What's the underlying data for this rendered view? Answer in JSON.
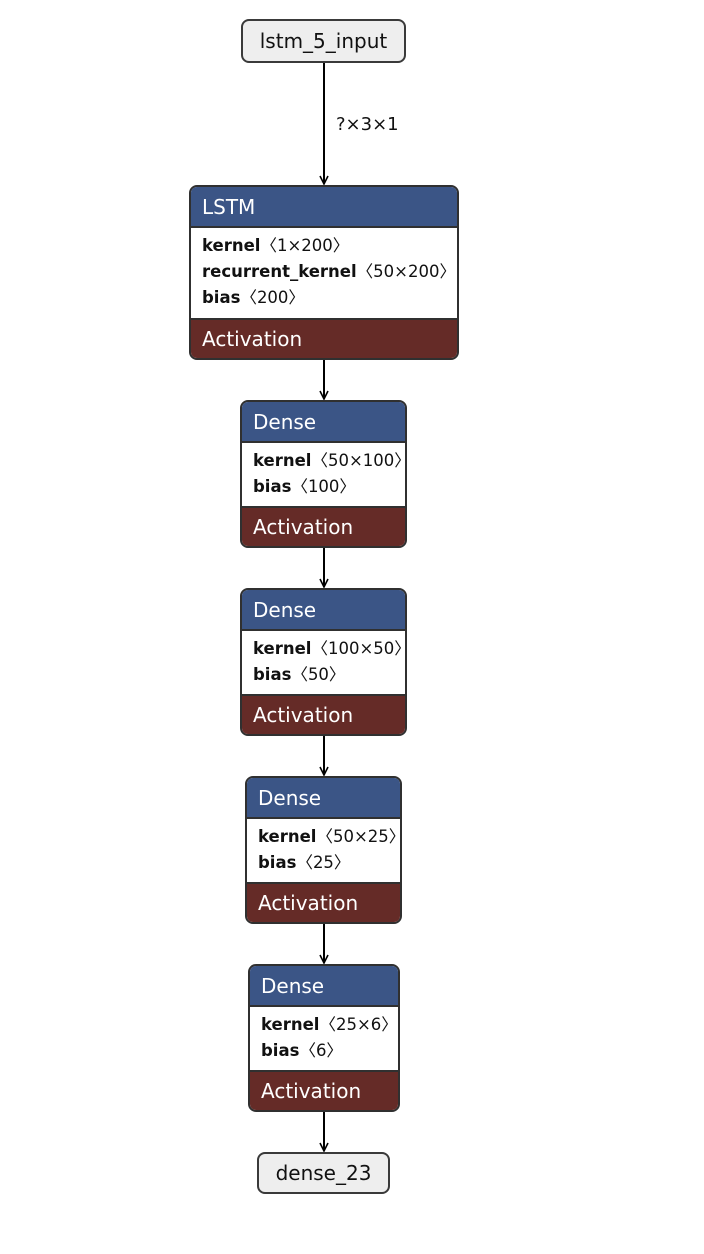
{
  "colors": {
    "header": "#3b5586",
    "activation": "#652b27",
    "io_fill": "#eeeeee",
    "stroke": "#303030"
  },
  "input_node": {
    "label": "lstm_5_input"
  },
  "edge_input_label": "?×3×1",
  "layers": [
    {
      "type": "LSTM",
      "params": [
        {
          "name": "kernel",
          "shape": "〈1×200〉"
        },
        {
          "name": "recurrent_kernel",
          "shape": "〈50×200〉"
        },
        {
          "name": "bias",
          "shape": "〈200〉"
        }
      ],
      "activation": "Activation"
    },
    {
      "type": "Dense",
      "params": [
        {
          "name": "kernel",
          "shape": "〈50×100〉"
        },
        {
          "name": "bias",
          "shape": "〈100〉"
        }
      ],
      "activation": "Activation"
    },
    {
      "type": "Dense",
      "params": [
        {
          "name": "kernel",
          "shape": "〈100×50〉"
        },
        {
          "name": "bias",
          "shape": "〈50〉"
        }
      ],
      "activation": "Activation"
    },
    {
      "type": "Dense",
      "params": [
        {
          "name": "kernel",
          "shape": "〈50×25〉"
        },
        {
          "name": "bias",
          "shape": "〈25〉"
        }
      ],
      "activation": "Activation"
    },
    {
      "type": "Dense",
      "params": [
        {
          "name": "kernel",
          "shape": "〈25×6〉"
        },
        {
          "name": "bias",
          "shape": "〈6〉"
        }
      ],
      "activation": "Activation"
    }
  ],
  "output_node": {
    "label": "dense_23"
  }
}
